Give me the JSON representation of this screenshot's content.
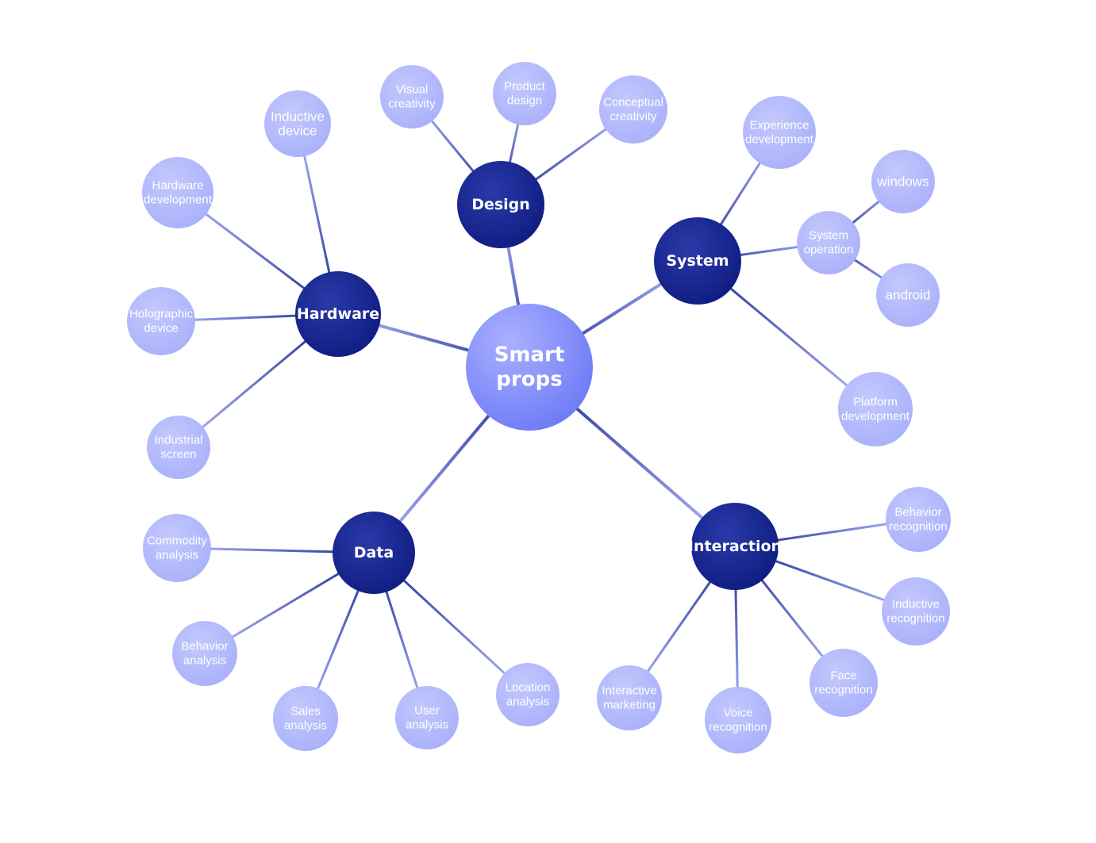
{
  "root": {
    "id": "smart-props",
    "lines": [
      "Smart",
      "props"
    ]
  },
  "branches": [
    {
      "id": "design",
      "label": "Design"
    },
    {
      "id": "system",
      "label": "System"
    },
    {
      "id": "hardware",
      "label": "Hardware"
    },
    {
      "id": "data",
      "label": "Data"
    },
    {
      "id": "interaction",
      "label": "Interaction"
    }
  ],
  "leaves": [
    {
      "id": "visual-creativity",
      "parent": "design",
      "lines": [
        "Visual",
        "creativity"
      ]
    },
    {
      "id": "product-design",
      "parent": "design",
      "lines": [
        "Product",
        "design"
      ]
    },
    {
      "id": "conceptual-creativity",
      "parent": "design",
      "lines": [
        "Conceptual",
        "creativity"
      ]
    },
    {
      "id": "experience-development",
      "parent": "system",
      "lines": [
        "Experience",
        "development"
      ]
    },
    {
      "id": "system-operation",
      "parent": "system",
      "lines": [
        "System",
        "operation"
      ]
    },
    {
      "id": "windows",
      "parent": "system-operation",
      "lines": [
        "windows"
      ]
    },
    {
      "id": "android",
      "parent": "system-operation",
      "lines": [
        "android"
      ]
    },
    {
      "id": "platform-development",
      "parent": "system",
      "lines": [
        "Platform",
        "development"
      ]
    },
    {
      "id": "inductive-device",
      "parent": "hardware",
      "lines": [
        "Inductive",
        "device"
      ]
    },
    {
      "id": "hardware-development",
      "parent": "hardware",
      "lines": [
        "Hardware",
        "development"
      ]
    },
    {
      "id": "holographic-device",
      "parent": "hardware",
      "lines": [
        "Holographic",
        "device"
      ]
    },
    {
      "id": "industrial-screen",
      "parent": "hardware",
      "lines": [
        "Industrial",
        "screen"
      ]
    },
    {
      "id": "commodity-analysis",
      "parent": "data",
      "lines": [
        "Commodity",
        "analysis"
      ]
    },
    {
      "id": "behavior-analysis",
      "parent": "data",
      "lines": [
        "Behavior",
        "analysis"
      ]
    },
    {
      "id": "sales-analysis",
      "parent": "data",
      "lines": [
        "Sales",
        "analysis"
      ]
    },
    {
      "id": "user-analysis",
      "parent": "data",
      "lines": [
        "User",
        "analysis"
      ]
    },
    {
      "id": "location-analysis",
      "parent": "data",
      "lines": [
        "Location",
        "analysis"
      ]
    },
    {
      "id": "behavior-recognition",
      "parent": "interaction",
      "lines": [
        "Behavior",
        "recognition"
      ]
    },
    {
      "id": "inductive-recognition",
      "parent": "interaction",
      "lines": [
        "Inductive",
        "recognition"
      ]
    },
    {
      "id": "face-recognition",
      "parent": "interaction",
      "lines": [
        "Face",
        "recognition"
      ]
    },
    {
      "id": "voice-recognition",
      "parent": "interaction",
      "lines": [
        "Voice",
        "recognition"
      ]
    },
    {
      "id": "interactive-marketing",
      "parent": "interaction",
      "lines": [
        "Interactive",
        "marketing"
      ]
    }
  ],
  "colors": {
    "root_light": "#a9b0ff",
    "root_dark": "#6a78f5",
    "branch_light": "#2a3aa8",
    "branch_dark": "#0d1a7e",
    "leaf_light": "#c3c8fc",
    "leaf_dark": "#a7affb",
    "edge_dark": "#1c2a8f",
    "edge_light": "#b4bbff"
  }
}
